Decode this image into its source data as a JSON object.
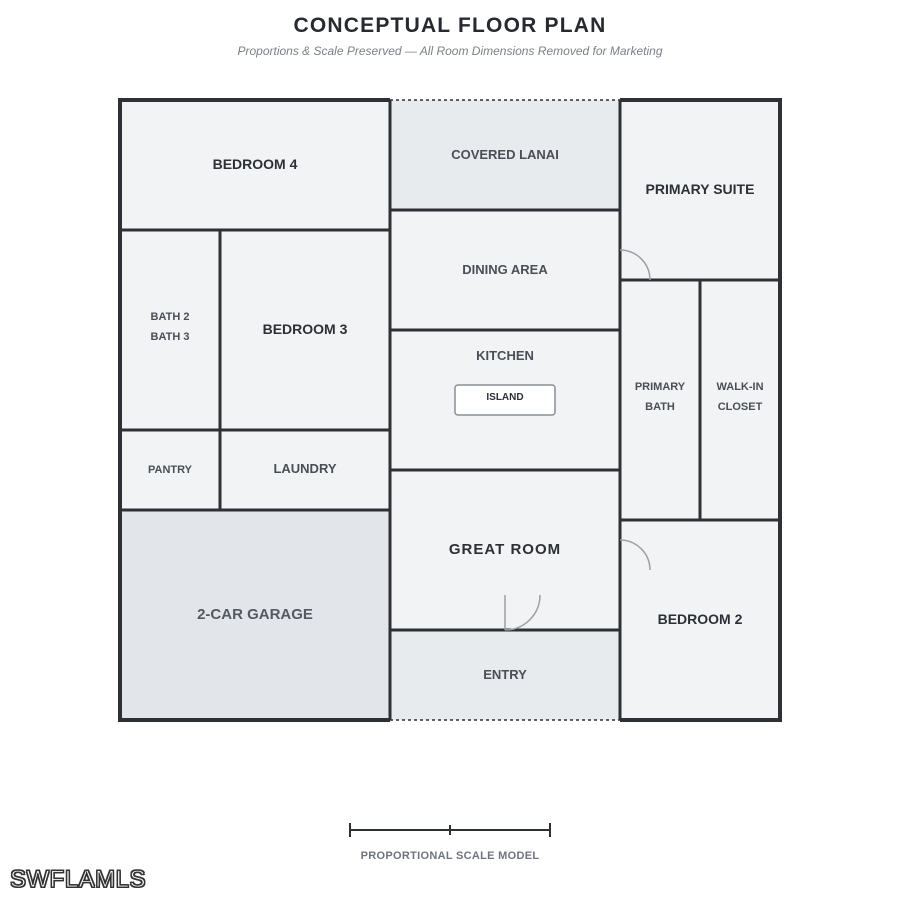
{
  "header": {
    "title": "CONCEPTUAL FLOOR PLAN",
    "subtitle": "Proportions & Scale Preserved — All Room Dimensions Removed for Marketing"
  },
  "rooms": {
    "bedroom4": "BEDROOM 4",
    "covered_lanai": "COVERED LANAI",
    "primary_suite": "PRIMARY SUITE",
    "dining_area": "DINING AREA",
    "bath2": "BATH 2",
    "bath3": "BATH 3",
    "bedroom3": "BEDROOM 3",
    "kitchen": "KITCHEN",
    "island": "ISLAND",
    "primary_bath_line1": "PRIMARY",
    "primary_bath_line2": "BATH",
    "walkin_line1": "WALK-IN",
    "walkin_line2": "CLOSET",
    "pantry": "PANTRY",
    "laundry": "LAUNDRY",
    "great_room": "GREAT ROOM",
    "garage": "2-CAR GARAGE",
    "bedroom2": "BEDROOM 2",
    "entry": "ENTRY"
  },
  "scale": {
    "label": "PROPORTIONAL SCALE MODEL"
  },
  "watermark": "SWFLAMLS",
  "colors": {
    "wall": "#2d3035",
    "room_fill": "#f2f3f4",
    "lanai_fill": "#e8ebee",
    "garage_fill": "#e2e5e9"
  }
}
